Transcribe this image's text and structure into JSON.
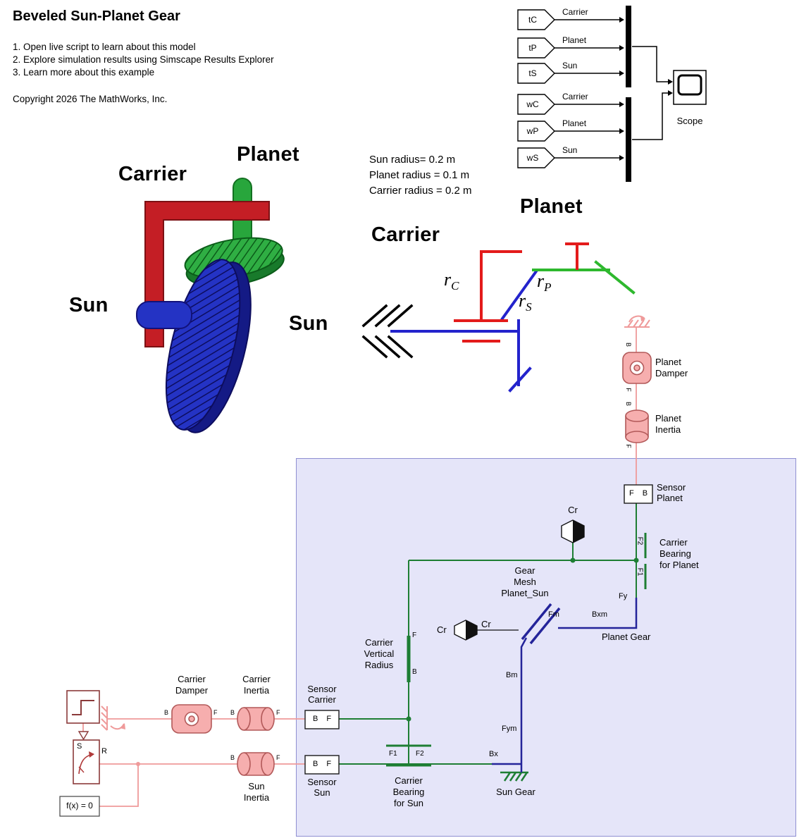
{
  "header": {
    "title": "Beveled Sun-Planet Gear",
    "instructions": [
      "1. Open live script to learn about this model",
      "2. Explore simulation results using Simscape Results Explorer",
      "3. Learn more about this example"
    ],
    "copyright": "Copyright 2026 The MathWorks, Inc."
  },
  "notes": {
    "radii": "Sun radius= 0.2 m\nPlanet radius = 0.1 m\nCarrier radius = 0.2 m"
  },
  "illustration": {
    "planet": "Planet",
    "carrier": "Carrier",
    "sun": "Sun"
  },
  "schematic": {
    "planet": "Planet",
    "carrier": "Carrier",
    "sun": "Sun",
    "r_carrier": {
      "base": "r",
      "sub": "C"
    },
    "r_planet": {
      "base": "r",
      "sub": "P"
    },
    "r_sun": {
      "base": "r",
      "sub": "S"
    }
  },
  "routing": {
    "torque_tags": [
      {
        "tag": "tC",
        "signal": "Carrier"
      },
      {
        "tag": "tP",
        "signal": "Planet"
      },
      {
        "tag": "tS",
        "signal": "Sun"
      }
    ],
    "velocity_tags": [
      {
        "tag": "wC",
        "signal": "Carrier"
      },
      {
        "tag": "wP",
        "signal": "Planet"
      },
      {
        "tag": "wS",
        "signal": "Sun"
      }
    ],
    "scope_label": "Scope"
  },
  "blocks": {
    "planet_damper": {
      "label": "Planet\nDamper",
      "port_top": "B",
      "port_bottom": "F"
    },
    "planet_inertia": {
      "label": "Planet\nInertia",
      "port_top": "B",
      "port_bottom": "F"
    },
    "sensor_planet": {
      "label": "Sensor\nPlanet",
      "ports": "F B"
    },
    "carrier_bearing_planet": {
      "label": "Carrier\nBearing\nfor Planet",
      "port_upper": "F2",
      "port_lower": "F1"
    },
    "cr_top": {
      "label": "Cr"
    },
    "gear_mesh": {
      "label": "Gear\nMesh\nPlanet_Sun",
      "port_fy": "Fy",
      "port_fm": "Fm",
      "port_bxm": "Bxm",
      "port_bm": "Bm",
      "port_fym": "Fym",
      "port_bx": "Bx"
    },
    "planet_gear": {
      "label": "Planet Gear"
    },
    "cr_mid": {
      "label_left": "Cr",
      "label_right": "Cr"
    },
    "carrier_vertical_radius": {
      "label": "Carrier\nVertical\nRadius",
      "port_top": "F",
      "port_bottom": "B"
    },
    "sun_gear": {
      "label": "Sun Gear"
    },
    "sensor_carrier": {
      "label": "Sensor\nCarrier",
      "ports": "B F"
    },
    "sensor_sun": {
      "label": "Sensor\nSun",
      "ports": "B F"
    },
    "carrier_bearing_sun": {
      "label": "Carrier\nBearing\nfor Sun",
      "port_left": "F1",
      "port_right": "F2"
    },
    "carrier_damper": {
      "label": "Carrier\nDamper",
      "port_left": "B",
      "port_right": "F"
    },
    "carrier_inertia": {
      "label": "Carrier\nInertia",
      "port_left": "B",
      "port_right": "F"
    },
    "sun_inertia": {
      "label": "Sun\nInertia",
      "port_left": "B",
      "port_right": "F"
    },
    "sr_block": {
      "port_s": "S",
      "port_r": "R"
    },
    "solver": {
      "label": "f(x) = 0"
    }
  },
  "colors": {
    "region_bg": "#e5e5f9",
    "wire_pink": "#ef9a9a",
    "wire_green": "#1e7e34",
    "wire_navy": "#24249a",
    "carrier_red": "#e31b1b",
    "planet_green": "#2eb82e",
    "sun_blue": "#2323cc",
    "block_pink": "#f6aeae",
    "block_pink_stroke": "#b25959",
    "maroon": "#8b3a3a"
  }
}
